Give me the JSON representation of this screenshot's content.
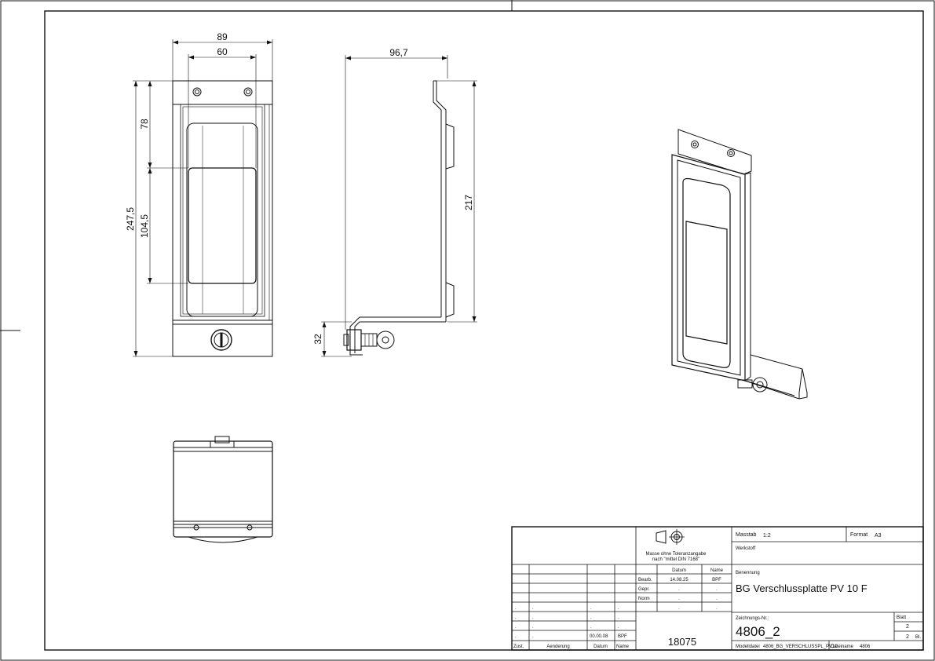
{
  "drawing": {
    "dimensions": {
      "width_outer": "89",
      "width_inner": "60",
      "depth": "96,7",
      "height_upper": "78",
      "height_total": "247,5",
      "height_window": "104,5",
      "height_side": "217",
      "height_lock": "32"
    }
  },
  "title_block": {
    "tolerance_note_line1": "Masse ohne Toleranzangabe",
    "tolerance_note_line2": "nach \"mittel DIN 7168\"",
    "col_datum": "Datum",
    "col_name": "Name",
    "row_bearb": "Bearb.",
    "row_gepr": "Gepr.",
    "row_norm": "Norm",
    "bearb_date": "14.08.25",
    "bearb_name": "BPF",
    "rev_date": "00.00.08",
    "rev_name": "BPF",
    "dot": ".",
    "foot_zust": "Zust.",
    "foot_aenderung": "Aenderung",
    "foot_datum": "Datum",
    "foot_name": "Name",
    "number_left": "18075",
    "massstab_label": "Masstab",
    "massstab_value": "1:2",
    "format_label": "Format",
    "format_value": "A3",
    "werkstoff_label": "Werkstoff",
    "benennung_label": "Benennung",
    "benennung_value": "BG Verschlussplatte PV 10 F",
    "zeichnungsnr_label": "Zeichnungs-Nr.:",
    "zeichnungsnr_value": "4806_2",
    "blatt_label": "Blatt",
    "blatt_value": "2",
    "blatt_total": "2",
    "blatt_suffix": "Bl.",
    "modelldatei_label": "Modelldatei",
    "modelldatei_value": "4806_BG_VERSCHLUSSPL_PV10",
    "dateiname_label": "Dateiname",
    "dateiname_value": "4806"
  }
}
